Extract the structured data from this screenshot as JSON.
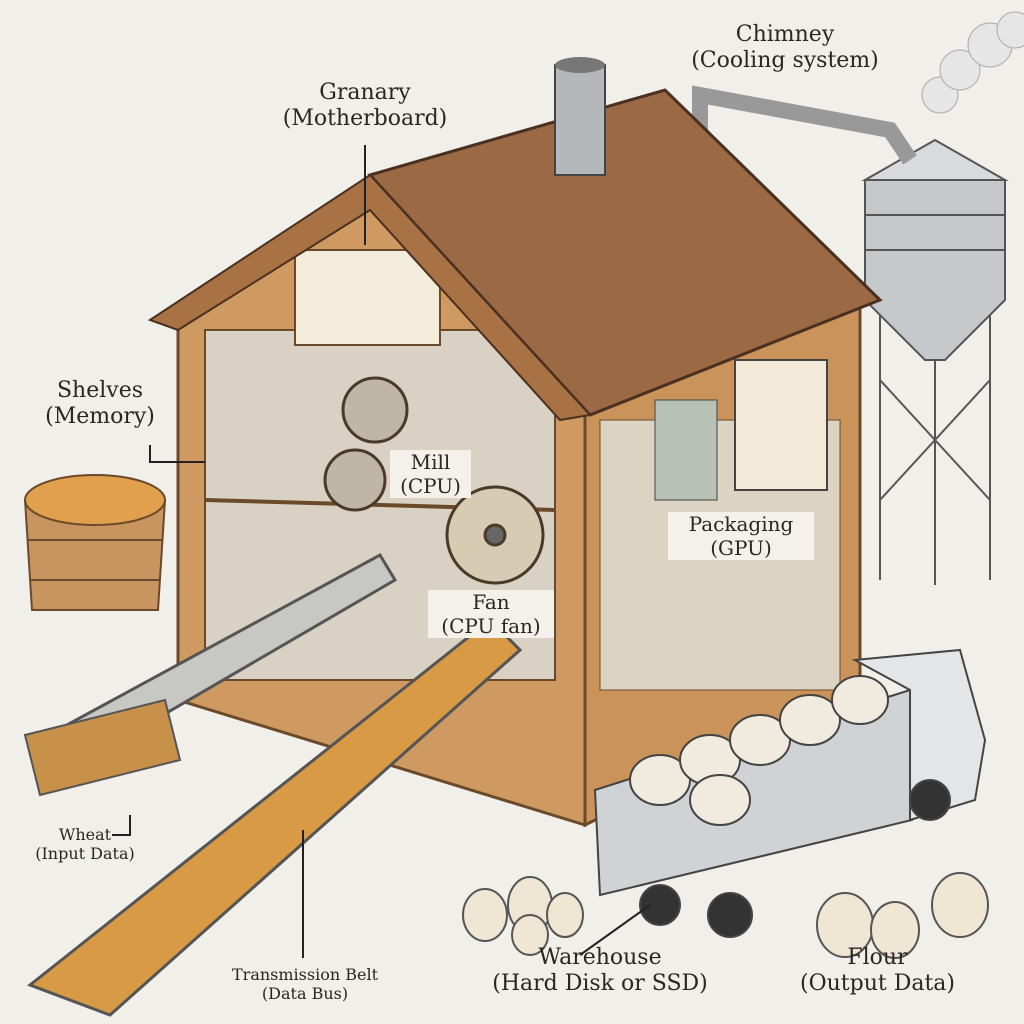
{
  "title": "Computer as a flour mill",
  "labels": {
    "granary": {
      "name": "Granary",
      "meaning": "(Motherboard)"
    },
    "chimney": {
      "name": "Chimney",
      "meaning": "(Cooling system)"
    },
    "shelves": {
      "name": "Shelves",
      "meaning": "(Memory)"
    },
    "mill": {
      "name": "Mill",
      "meaning": "(CPU)"
    },
    "packaging": {
      "name": "Packaging",
      "meaning": "(GPU)"
    },
    "fan": {
      "name": "Fan",
      "meaning": "(CPU fan)"
    },
    "wheat": {
      "name": "Wheat",
      "meaning": "(Input Data)"
    },
    "belt": {
      "name": "Transmission Belt",
      "meaning": "(Data Bus)"
    },
    "warehouse": {
      "name": "Warehouse",
      "meaning": "(Hard Disk or SSD)"
    },
    "flour": {
      "name": "Flour",
      "meaning": "(Output Data)"
    }
  },
  "colors": {
    "wood": "#c9935a",
    "roof": "#9b6a45",
    "metal": "#b9bcbe",
    "grain": "#d99a45",
    "background": "#f1efea"
  }
}
